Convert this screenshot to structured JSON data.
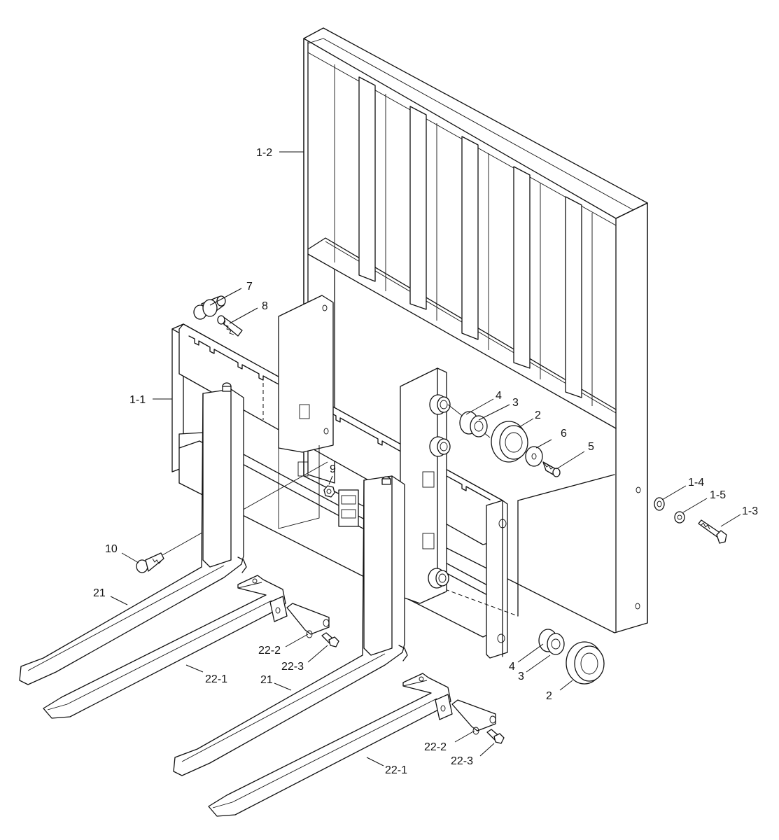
{
  "callouts": [
    {
      "id": "c-1-2",
      "label": "1-2"
    },
    {
      "id": "c-7",
      "label": "7"
    },
    {
      "id": "c-8",
      "label": "8"
    },
    {
      "id": "c-1-1",
      "label": "1-1"
    },
    {
      "id": "c-4a",
      "label": "4"
    },
    {
      "id": "c-3a",
      "label": "3"
    },
    {
      "id": "c-2a",
      "label": "2"
    },
    {
      "id": "c-6",
      "label": "6"
    },
    {
      "id": "c-5",
      "label": "5"
    },
    {
      "id": "c-9",
      "label": "9"
    },
    {
      "id": "c-1-4",
      "label": "1-4"
    },
    {
      "id": "c-1-5",
      "label": "1-5"
    },
    {
      "id": "c-1-3",
      "label": "1-3"
    },
    {
      "id": "c-10",
      "label": "10"
    },
    {
      "id": "c-21a",
      "label": "21"
    },
    {
      "id": "c-22-2a",
      "label": "22-2"
    },
    {
      "id": "c-22-3a",
      "label": "22-3"
    },
    {
      "id": "c-22-1a",
      "label": "22-1"
    },
    {
      "id": "c-21b",
      "label": "21"
    },
    {
      "id": "c-4b",
      "label": "4"
    },
    {
      "id": "c-3b",
      "label": "3"
    },
    {
      "id": "c-2b",
      "label": "2"
    },
    {
      "id": "c-22-2b",
      "label": "22-2"
    },
    {
      "id": "c-22-3b",
      "label": "22-3"
    },
    {
      "id": "c-22-1b",
      "label": "22-1"
    }
  ]
}
